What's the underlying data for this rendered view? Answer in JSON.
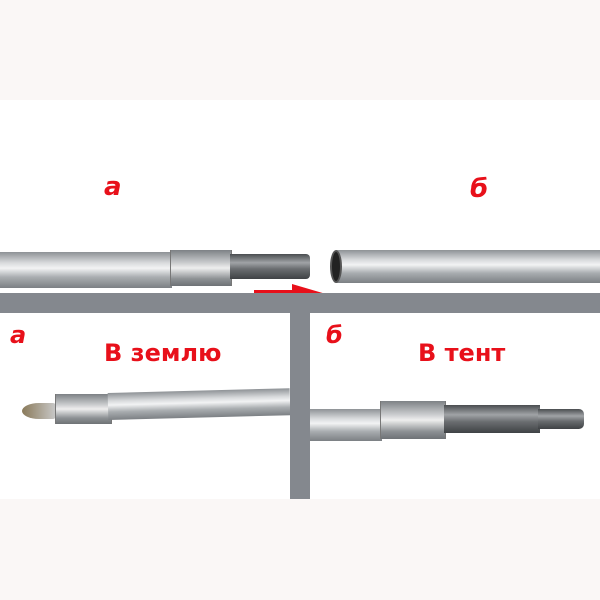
{
  "top_panel": {
    "label_left": "а",
    "label_right": "б"
  },
  "bottom_left": {
    "letter": "а",
    "caption": "В землю"
  },
  "bottom_right": {
    "letter": "б",
    "caption": "В тент"
  },
  "colors": {
    "label": "#e8101a",
    "band": "#84888e"
  }
}
